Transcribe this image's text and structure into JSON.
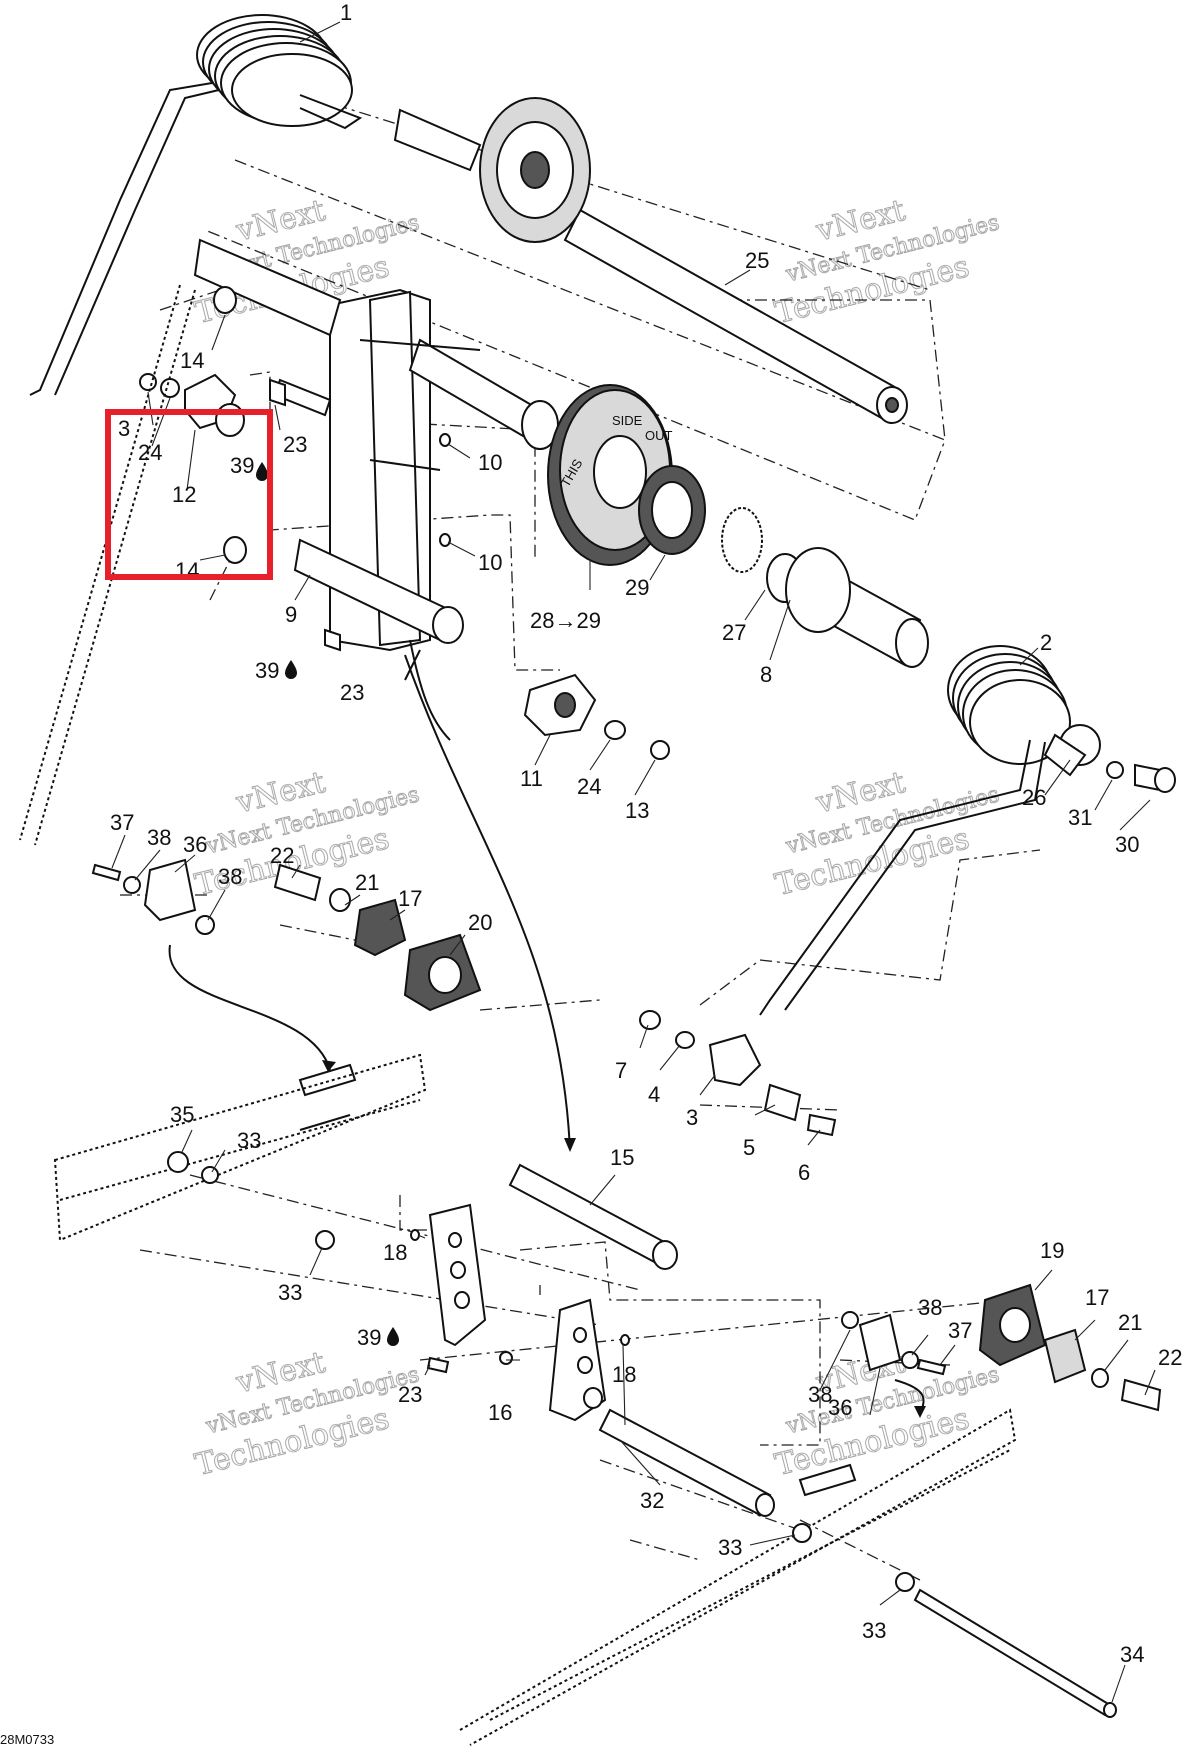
{
  "diagram": {
    "drawing_ref": "28M0733",
    "watermark": {
      "line1": "vNext Technologies",
      "line2": "Technologies",
      "line3": "vNext"
    },
    "highlight_color": "#e8202a",
    "oil_icon": "oil-drop-icon",
    "callouts": [
      {
        "id": "c1",
        "label": "1"
      },
      {
        "id": "c2",
        "label": "2"
      },
      {
        "id": "c3a",
        "label": "3"
      },
      {
        "id": "c3b",
        "label": "3"
      },
      {
        "id": "c4",
        "label": "4"
      },
      {
        "id": "c5",
        "label": "5"
      },
      {
        "id": "c6",
        "label": "6"
      },
      {
        "id": "c7",
        "label": "7"
      },
      {
        "id": "c8",
        "label": "8"
      },
      {
        "id": "c9",
        "label": "9"
      },
      {
        "id": "c10a",
        "label": "10"
      },
      {
        "id": "c10b",
        "label": "10"
      },
      {
        "id": "c11",
        "label": "11"
      },
      {
        "id": "c12",
        "label": "12"
      },
      {
        "id": "c13",
        "label": "13"
      },
      {
        "id": "c14a",
        "label": "14"
      },
      {
        "id": "c14b",
        "label": "14"
      },
      {
        "id": "c15",
        "label": "15"
      },
      {
        "id": "c16",
        "label": "16"
      },
      {
        "id": "c17a",
        "label": "17"
      },
      {
        "id": "c17b",
        "label": "17"
      },
      {
        "id": "c18a",
        "label": "18"
      },
      {
        "id": "c18b",
        "label": "18"
      },
      {
        "id": "c19",
        "label": "19"
      },
      {
        "id": "c20",
        "label": "20"
      },
      {
        "id": "c21a",
        "label": "21"
      },
      {
        "id": "c21b",
        "label": "21"
      },
      {
        "id": "c22a",
        "label": "22"
      },
      {
        "id": "c22b",
        "label": "22"
      },
      {
        "id": "c23a",
        "label": "23"
      },
      {
        "id": "c23b",
        "label": "23"
      },
      {
        "id": "c23c",
        "label": "23"
      },
      {
        "id": "c24a",
        "label": "24"
      },
      {
        "id": "c24b",
        "label": "24"
      },
      {
        "id": "c25",
        "label": "25"
      },
      {
        "id": "c26",
        "label": "26"
      },
      {
        "id": "c27",
        "label": "27"
      },
      {
        "id": "c28",
        "label": "28→29"
      },
      {
        "id": "c29",
        "label": "29"
      },
      {
        "id": "c30",
        "label": "30"
      },
      {
        "id": "c31",
        "label": "31"
      },
      {
        "id": "c32",
        "label": "32"
      },
      {
        "id": "c33a",
        "label": "33"
      },
      {
        "id": "c33b",
        "label": "33"
      },
      {
        "id": "c33c",
        "label": "33"
      },
      {
        "id": "c33d",
        "label": "33"
      },
      {
        "id": "c34",
        "label": "34"
      },
      {
        "id": "c35",
        "label": "35"
      },
      {
        "id": "c36a",
        "label": "36"
      },
      {
        "id": "c36b",
        "label": "36"
      },
      {
        "id": "c37a",
        "label": "37"
      },
      {
        "id": "c37b",
        "label": "37"
      },
      {
        "id": "c38a",
        "label": "38"
      },
      {
        "id": "c38b",
        "label": "38"
      },
      {
        "id": "c38c",
        "label": "38"
      },
      {
        "id": "c38d",
        "label": "38"
      },
      {
        "id": "c39a",
        "label": "39"
      },
      {
        "id": "c39b",
        "label": "39"
      },
      {
        "id": "c39c",
        "label": "39"
      }
    ],
    "wheel_text": {
      "side": "SIDE",
      "out": "OUT",
      "this": "THIS"
    }
  }
}
